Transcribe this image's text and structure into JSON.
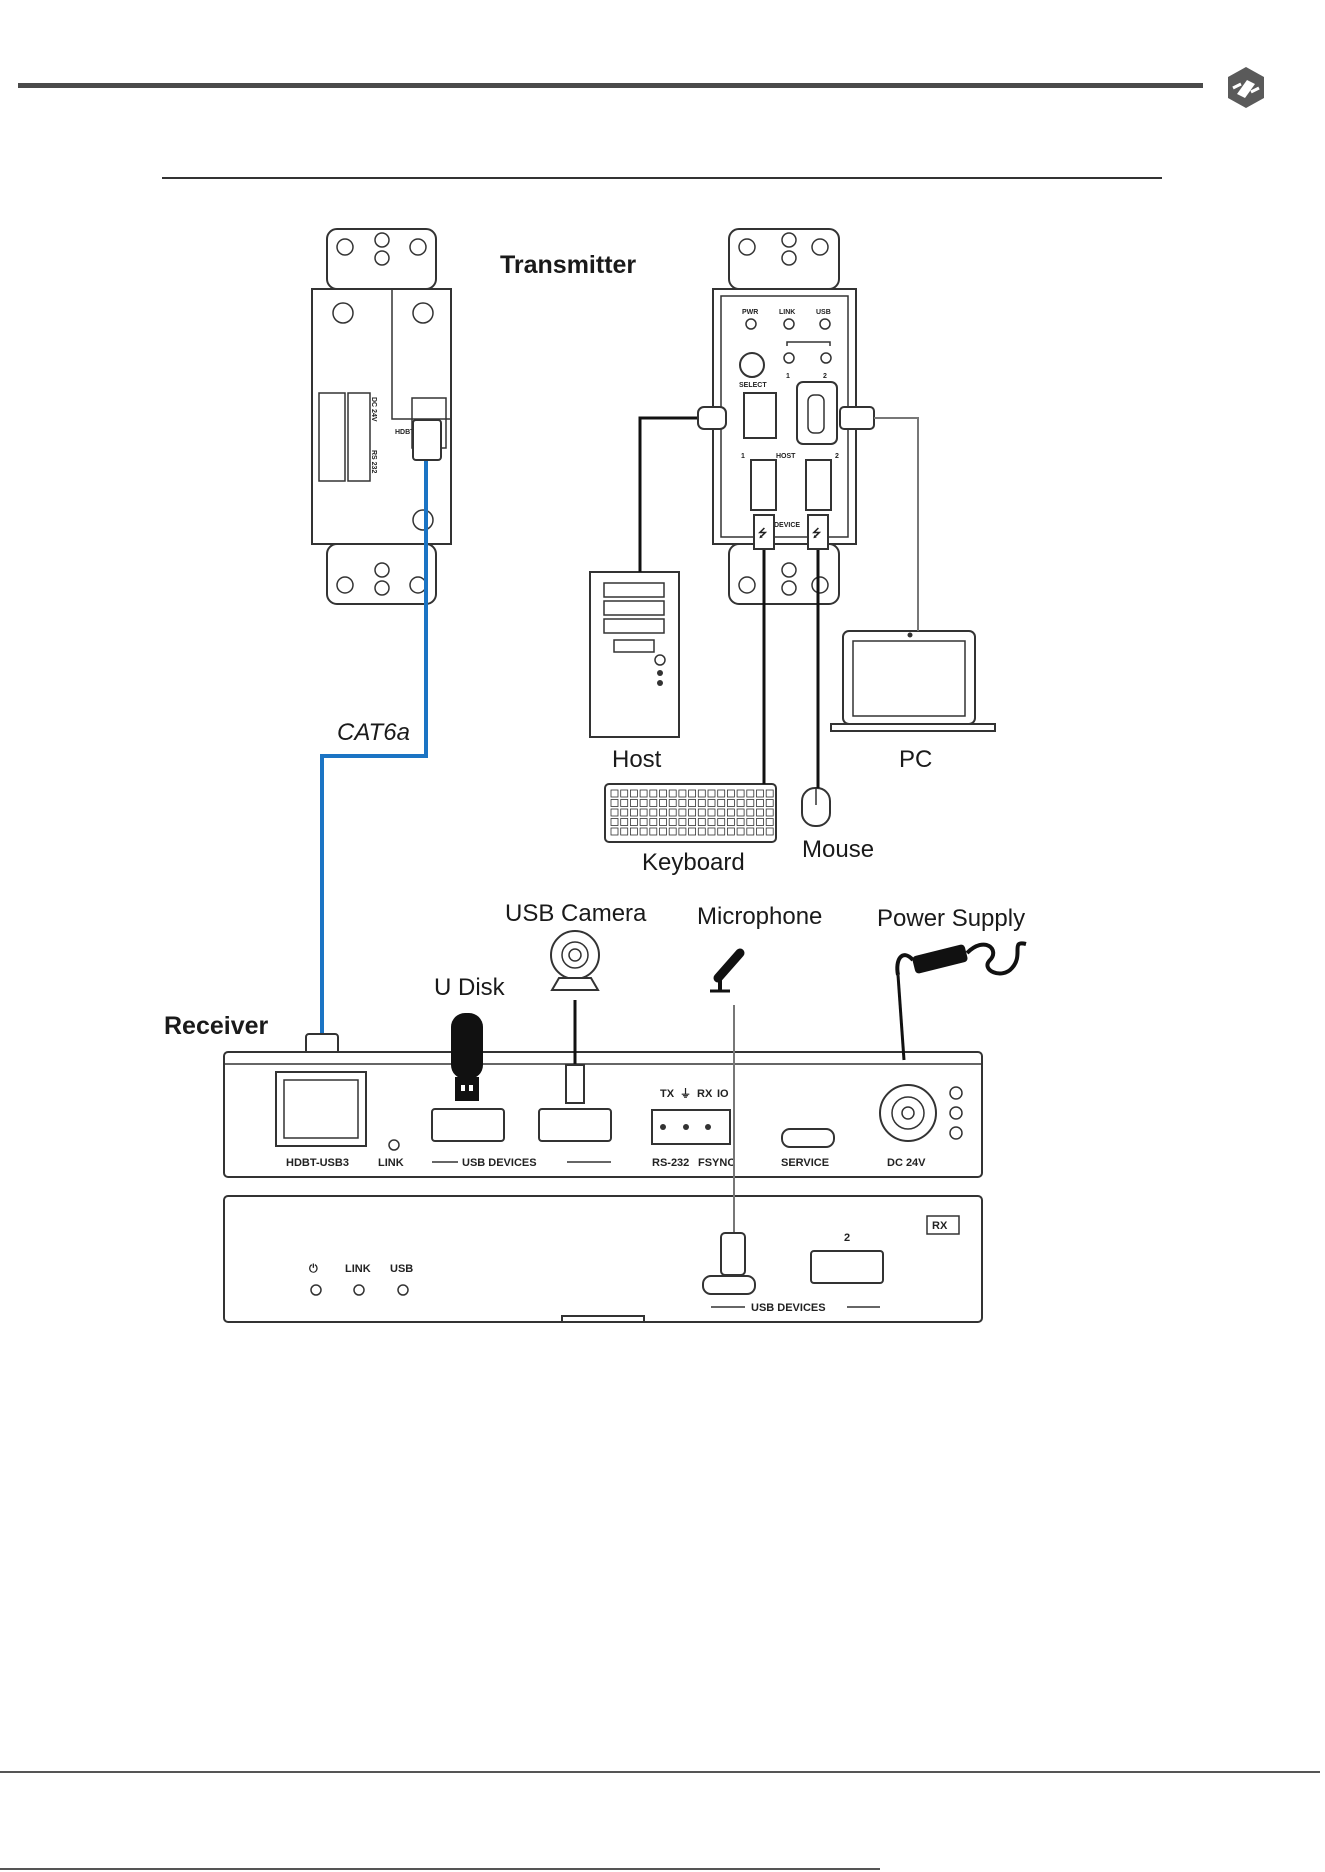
{
  "labels": {
    "transmitter": "Transmitter",
    "receiver": "Receiver",
    "cable": "CAT6a",
    "host": "Host",
    "pc": "PC",
    "keyboard": "Keyboard",
    "mouse": "Mouse",
    "u_disk": "U Disk",
    "usb_camera": "USB Camera",
    "microphone": "Microphone",
    "power_supply": "Power Supply"
  },
  "tx_ports": {
    "pwr": "PWR",
    "link": "LINK",
    "usb": "USB",
    "select": "SELECT",
    "led1": "1",
    "led2": "2",
    "host": "HOST",
    "host1": "1",
    "host2": "2",
    "device": "DEVICE",
    "hdbt": "HDBT",
    "dc24v": "DC 24V",
    "rs232": "RS 232",
    "tx": "TX",
    "rx": "RX"
  },
  "rx_rear": {
    "hdbt": "HDBT-USB3",
    "link": "LINK",
    "usb_devices": "USB DEVICES",
    "tx": "TX",
    "ground": "⏚",
    "rx": "RX",
    "io": "IO",
    "rs232": "RS-232",
    "fsync": "FSYNC",
    "service": "SERVICE",
    "dc24v": "DC 24V"
  },
  "rx_front": {
    "badge": "RX",
    "power": "⏻",
    "link": "LINK",
    "usb": "USB",
    "port2": "2",
    "usb_devices": "USB DEVICES"
  },
  "colors": {
    "cat6a_cable": "#1b74c4",
    "line": "#333333",
    "logo": "#5a5a5a"
  },
  "icons": [
    "logo-icon",
    "usb-icon"
  ]
}
